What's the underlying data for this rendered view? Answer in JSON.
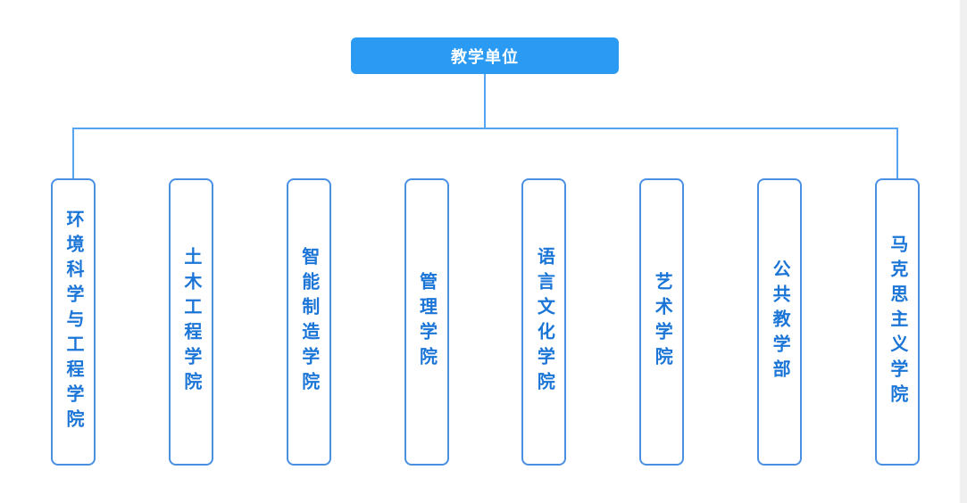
{
  "chart_title": "教学单位",
  "root": {
    "label": "教学单位"
  },
  "units": [
    {
      "name": "环境科学与工程学院"
    },
    {
      "name": "土木工程学院"
    },
    {
      "name": "智能制造学院"
    },
    {
      "name": "管理学院"
    },
    {
      "name": "语言文化学院"
    },
    {
      "name": "艺术学院"
    },
    {
      "name": "公共教学部"
    },
    {
      "name": "马克思主义学院"
    }
  ],
  "colors": {
    "root_fill": "#2A9AF3",
    "root_text": "#FFFFFF",
    "node_border": "#4A90E2",
    "node_text": "#1B75D6",
    "connector": "#57A5F2",
    "scrollbar_track": "#F0F0F0",
    "page_bg": "#FFFFFF"
  }
}
